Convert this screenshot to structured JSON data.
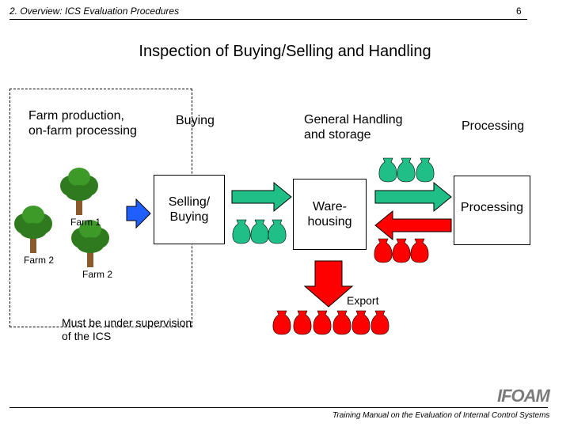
{
  "header": {
    "section": "2. Overview: ICS Evaluation Procedures",
    "page_number": "6"
  },
  "title": "Inspection of Buying/Selling and Handling",
  "columns": {
    "farm": "Farm production,\non-farm processing",
    "buying": "Buying",
    "handling": "General Handling\nand storage",
    "processing": "Processing"
  },
  "boxes": {
    "selling_buying": "Selling/\nBuying",
    "warehousing": "Ware-\nhousing",
    "processing": "Processing"
  },
  "labels": {
    "farm1": "Farm 1",
    "farm2_left": "Farm 2",
    "farm2_bottom": "Farm 2",
    "export": "Export",
    "supervision": "Must be under supervision\nof the ICS"
  },
  "footer": {
    "logo": "IFOAM",
    "caption": "Training Manual on the Evaluation of Internal Control Systems"
  },
  "colors": {
    "green": "#1fbf87",
    "red": "#ff0000",
    "blue": "#1f5fff",
    "tree": "#2f7a1e",
    "trunk": "#8a5a2b",
    "logo": "#7a7a7a"
  }
}
